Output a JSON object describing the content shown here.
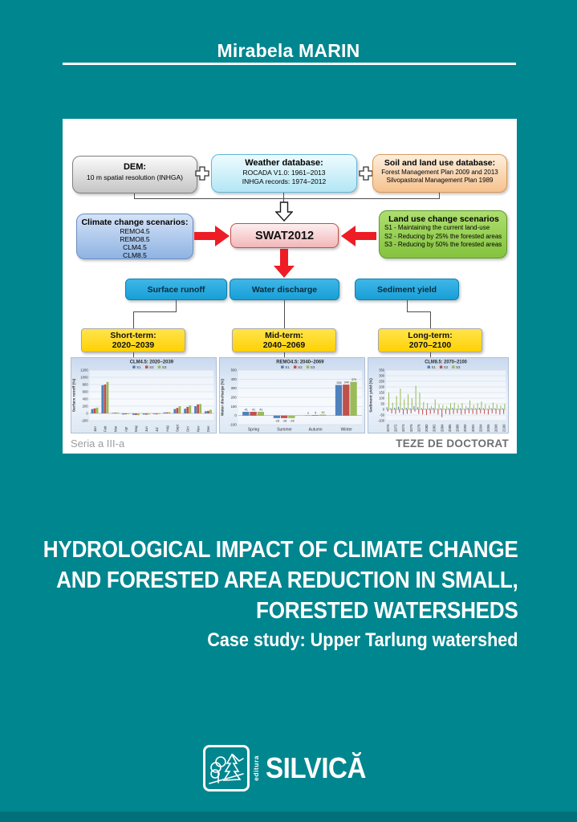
{
  "colors": {
    "background_teal": "#00868F",
    "arrow_red": "#EE1C25",
    "series": {
      "S1": "#4F81BD",
      "S2": "#C0504D",
      "S3": "#9BBB59"
    }
  },
  "author": "Mirabela MARIN",
  "flowchart": {
    "dem_title": "DEM:",
    "dem_body": "10 m spatial resolution (INHGA)",
    "weather_title": "Weather database:",
    "weather_line1": "ROCADA V1.0: 1961–2013",
    "weather_line2": "INHGA records: 1974–2012",
    "soil_title": "Soil and land use database:",
    "soil_line1": "Forest Management Plan 2009 and 2013",
    "soil_line2": "Silvopastoral Management Plan 1989",
    "climate_title": "Climate change scenarios:",
    "climate_items": [
      "REMO4.5",
      "REMO8.5",
      "CLM4.5",
      "CLM8.5"
    ],
    "model_label": "SWAT2012",
    "landuse_title": "Land use change scenarios",
    "landuse_items": [
      "S1 - Maintaining the current land-use",
      "S2 - Reducing by 25% the forested areas",
      "S3 - Reducing by 50% the forested areas"
    ],
    "outputs": [
      "Surface runoff",
      "Water discharge",
      "Sediment yield"
    ],
    "terms": [
      {
        "label": "Short-term:",
        "range": "2020–2039"
      },
      {
        "label": "Mid-term:",
        "range": "2040–2069"
      },
      {
        "label": "Long-term:",
        "range": "2070–2100"
      }
    ]
  },
  "panel_footer": {
    "left": "Seria a III-a",
    "right": "TEZE DE DOCTORAT"
  },
  "title": {
    "line1": "HYDROLOGICAL IMPACT OF CLIMATE CHANGE",
    "line2": "AND FORESTED AREA REDUCTION IN SMALL,",
    "line3": "FORESTED WATERSHEDS",
    "subtitle": "Case study: Upper Tarlung watershed"
  },
  "publisher": {
    "imprint": "editura",
    "name": "SILVICĂ"
  },
  "chart_data": [
    {
      "type": "bar",
      "title": "CLM4.5: 2020–2039",
      "ylabel": "Surface runoff (%)",
      "categories": [
        "Jan",
        "Feb",
        "Mar",
        "Apr",
        "May",
        "Jun",
        "Jul",
        "Aug",
        "Sept",
        "Oct",
        "Nov",
        "Dec"
      ],
      "series": [
        {
          "name": "S1",
          "values": [
            120,
            780,
            15,
            -30,
            -40,
            -30,
            -20,
            25,
            120,
            130,
            200,
            60
          ]
        },
        {
          "name": "S2",
          "values": [
            140,
            800,
            20,
            -25,
            -45,
            -35,
            -25,
            30,
            150,
            180,
            250,
            70
          ]
        },
        {
          "name": "S3",
          "values": [
            160,
            870,
            25,
            -20,
            -50,
            -30,
            -20,
            35,
            200,
            220,
            260,
            100
          ]
        }
      ],
      "ylim": [
        -200,
        1200
      ],
      "ytick_step": 200,
      "rotate_xlabels": true,
      "label_every": 1,
      "show_value_labels": false,
      "legend_position": "top",
      "grid": true
    },
    {
      "type": "bar",
      "title": "REMO4.5: 2040–2069",
      "ylabel": "Water discharge (%)",
      "categories": [
        "Spring",
        "Summer",
        "Autumn",
        "Winter"
      ],
      "series": [
        {
          "name": "S1",
          "values": [
            41,
            -28,
            2,
            336
          ]
        },
        {
          "name": "S2",
          "values": [
            41,
            -28,
            5,
            340
          ]
        },
        {
          "name": "S3",
          "values": [
            41,
            -28,
            10,
            370
          ]
        }
      ],
      "ylim": [
        -100,
        500
      ],
      "ytick_step": 100,
      "rotate_xlabels": false,
      "label_every": 1,
      "show_value_labels": true,
      "legend_position": "top",
      "grid": true
    },
    {
      "type": "bar",
      "title": "CLM8.5: 2070–2100",
      "ylabel": "Sediment yield (%)",
      "categories": [
        "2070",
        "2071",
        "2072",
        "2073",
        "2074",
        "2075",
        "2076",
        "2077",
        "2078",
        "2079",
        "2080",
        "2081",
        "2082",
        "2083",
        "2084",
        "2085",
        "2086",
        "2087",
        "2088",
        "2089",
        "2090",
        "2091",
        "2092",
        "2093",
        "2094",
        "2095",
        "2096",
        "2097",
        "2098",
        "2099",
        "2100"
      ],
      "series": [
        {
          "name": "S1",
          "values": [
            20,
            10,
            15,
            25,
            10,
            15,
            10,
            30,
            20,
            10,
            5,
            10,
            15,
            5,
            10,
            5,
            10,
            15,
            5,
            10,
            5,
            15,
            10,
            10,
            15,
            10,
            5,
            10,
            10,
            5,
            10
          ]
        },
        {
          "name": "S2",
          "values": [
            -20,
            -35,
            -40,
            -30,
            -45,
            -40,
            -35,
            -20,
            -40,
            -45,
            -50,
            -40,
            -35,
            -45,
            -70,
            -40,
            -45,
            -40,
            -35,
            -45,
            -40,
            -35,
            -40,
            -45,
            -35,
            -40,
            -45,
            -35,
            -40,
            -45,
            -40
          ]
        },
        {
          "name": "S3",
          "values": [
            150,
            60,
            120,
            185,
            90,
            135,
            100,
            210,
            150,
            65,
            55,
            30,
            90,
            45,
            40,
            30,
            55,
            60,
            40,
            55,
            30,
            80,
            40,
            55,
            70,
            45,
            35,
            60,
            45,
            35,
            50
          ]
        }
      ],
      "ylim": [
        -100,
        350
      ],
      "ytick_step": 50,
      "rotate_xlabels": true,
      "label_every": 2,
      "show_value_labels": false,
      "legend_position": "top",
      "grid": true
    }
  ]
}
